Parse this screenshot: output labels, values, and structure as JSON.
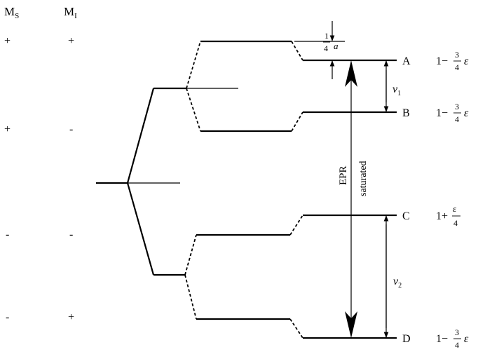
{
  "headers": {
    "ms_main": "M",
    "ms_sub": "S",
    "mi_main": "M",
    "mi_sub": "I"
  },
  "rows": [
    {
      "ms": "+",
      "mi": "+"
    },
    {
      "ms": "+",
      "mi": "-"
    },
    {
      "ms": "-",
      "mi": "-"
    },
    {
      "ms": "-",
      "mi": "+"
    }
  ],
  "levels": [
    {
      "label": "A",
      "energy_prefix": "1−",
      "frac_num": "3",
      "frac_den": "4",
      "energy_suffix": "ε"
    },
    {
      "label": "B",
      "energy_prefix": "1−",
      "frac_num": "3",
      "frac_den": "4",
      "energy_suffix": "ε"
    },
    {
      "label": "C",
      "energy_prefix": "1+",
      "frac_num": "ε",
      "frac_den": "4",
      "energy_suffix": ""
    },
    {
      "label": "D",
      "energy_prefix": "1−",
      "frac_num": "3",
      "frac_den": "4",
      "energy_suffix": "ε"
    }
  ],
  "shift": {
    "num": "1",
    "den": "4",
    "symbol": "a"
  },
  "transitions": {
    "nu1_main": "ν",
    "nu1_sub": "1",
    "nu2_main": "ν",
    "nu2_sub": "2",
    "epr": "EPR",
    "saturated": "saturated"
  }
}
